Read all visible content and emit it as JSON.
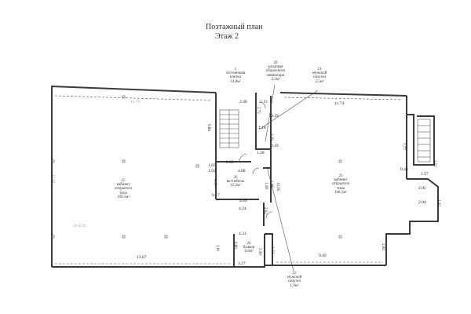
{
  "title": {
    "line1": "Поэтажный план",
    "line2": "Этаж 2"
  },
  "rooms": {
    "r1": {
      "num": "1",
      "name1": "лестничная",
      "name2": "клетка",
      "area": "14,8м²"
    },
    "r20": {
      "num": "20",
      "name1": "кладовая",
      "name2": "уборочного",
      "name3": "инвентаря",
      "area": "2,3м²"
    },
    "r21": {
      "num": "21",
      "name1": "мужской",
      "name2": "санузел",
      "area": "2,5м²"
    },
    "r22": {
      "num": "22",
      "name1": "мужской",
      "name2": "санузел",
      "area": "1,9м²"
    },
    "r23": {
      "num": "23",
      "name1": "кабинет",
      "name2": "открытого",
      "name3": "типа",
      "area": "160,1м²"
    },
    "r24": {
      "num": "24",
      "name1": "балкон",
      "area": "6,8м²"
    },
    "r25": {
      "num": "25",
      "name1": "кабинет",
      "name2": "открытого",
      "name3": "типа",
      "area": "199,1м²"
    },
    "r26": {
      "num": "26",
      "name1": "вестибюль",
      "area": "12,2м²"
    }
  },
  "dims": {
    "d1379": "13.79",
    "d248": "2.48",
    "d1174": "11.74",
    "d113a": "1.13",
    "d984": "9.84",
    "d1159": "11.59",
    "d272": "2.72",
    "d019a": "0.19",
    "d118": "1.18",
    "d139": "1.39",
    "d019b": "0.19",
    "d128": "1.28",
    "d777": "7.77",
    "d165": "1.65",
    "d260": "2.60",
    "d192": "1.92",
    "d408": "4.08",
    "d048": "0.48",
    "d157": "1.57",
    "d152": "1.52",
    "d311": "3.11",
    "d017": "0.17",
    "d409": "4.09",
    "d424": "4.24",
    "d205": "2.05",
    "d204": "2.04",
    "d138": "1.38",
    "d106": "1.06",
    "d1205": "12.05",
    "d142": "1.42",
    "d262": "2.62",
    "d431": "4.31",
    "d1367": "13.67",
    "d261": "2.61",
    "d209": "2.09",
    "d133": "1.33",
    "d949": "9.49",
    "d265": "2.65",
    "d327": "3.27",
    "d080": "0.80",
    "dh": "h=3.91"
  },
  "colors": {
    "wall": "#3a3a3a",
    "line": "#555555",
    "faint": "#9a9a9a"
  }
}
